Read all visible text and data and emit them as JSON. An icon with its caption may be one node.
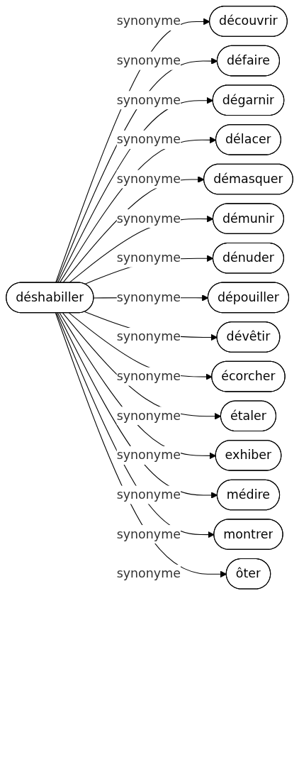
{
  "diagram": {
    "nodes": [
      {
        "text": [
          "déshabiller"
        ]
      },
      {
        "text": [
          "découvrir"
        ]
      },
      {
        "text": [
          "défaire"
        ]
      },
      {
        "text": [
          "dégarnir"
        ]
      },
      {
        "text": [
          "délacer"
        ]
      },
      {
        "text": [
          "démasquer"
        ]
      },
      {
        "text": [
          "démunir"
        ]
      },
      {
        "text": [
          "dénuder"
        ]
      },
      {
        "text": [
          "dépouiller"
        ]
      },
      {
        "text": [
          "dévêtir"
        ]
      },
      {
        "text": [
          "écorcher"
        ]
      },
      {
        "text": [
          "étaler"
        ]
      },
      {
        "text": [
          "exhiber"
        ]
      },
      {
        "text": [
          "médire"
        ]
      },
      {
        "text": [
          "montrer"
        ]
      },
      {
        "text": [
          "ôter"
        ]
      }
    ],
    "edges": [
      {
        "from": 0,
        "to": 1,
        "arrow": "to",
        "label": "synonyme"
      },
      {
        "from": 0,
        "to": 2,
        "arrow": "to",
        "label": "synonyme"
      },
      {
        "from": 0,
        "to": 3,
        "arrow": "to",
        "label": "synonyme"
      },
      {
        "from": 0,
        "to": 4,
        "arrow": "to",
        "label": "synonyme"
      },
      {
        "from": 0,
        "to": 5,
        "arrow": "to",
        "label": "synonyme"
      },
      {
        "from": 0,
        "to": 6,
        "arrow": "to",
        "label": "synonyme"
      },
      {
        "from": 0,
        "to": 7,
        "arrow": "to",
        "label": "synonyme"
      },
      {
        "from": 0,
        "to": 8,
        "arrow": "to",
        "label": "synonyme"
      },
      {
        "from": 0,
        "to": 9,
        "arrow": "to",
        "label": "synonyme"
      },
      {
        "from": 0,
        "to": 10,
        "arrow": "to",
        "label": "synonyme"
      },
      {
        "from": 0,
        "to": 11,
        "arrow": "to",
        "label": "synonyme"
      },
      {
        "from": 0,
        "to": 12,
        "arrow": "to",
        "label": "synonyme"
      },
      {
        "from": 0,
        "to": 13,
        "arrow": "to",
        "label": "synonyme"
      },
      {
        "from": 0,
        "to": 14,
        "arrow": "to",
        "label": "synonyme"
      },
      {
        "from": 0,
        "to": 15,
        "arrow": "to",
        "label": "synonyme"
      }
    ]
  }
}
